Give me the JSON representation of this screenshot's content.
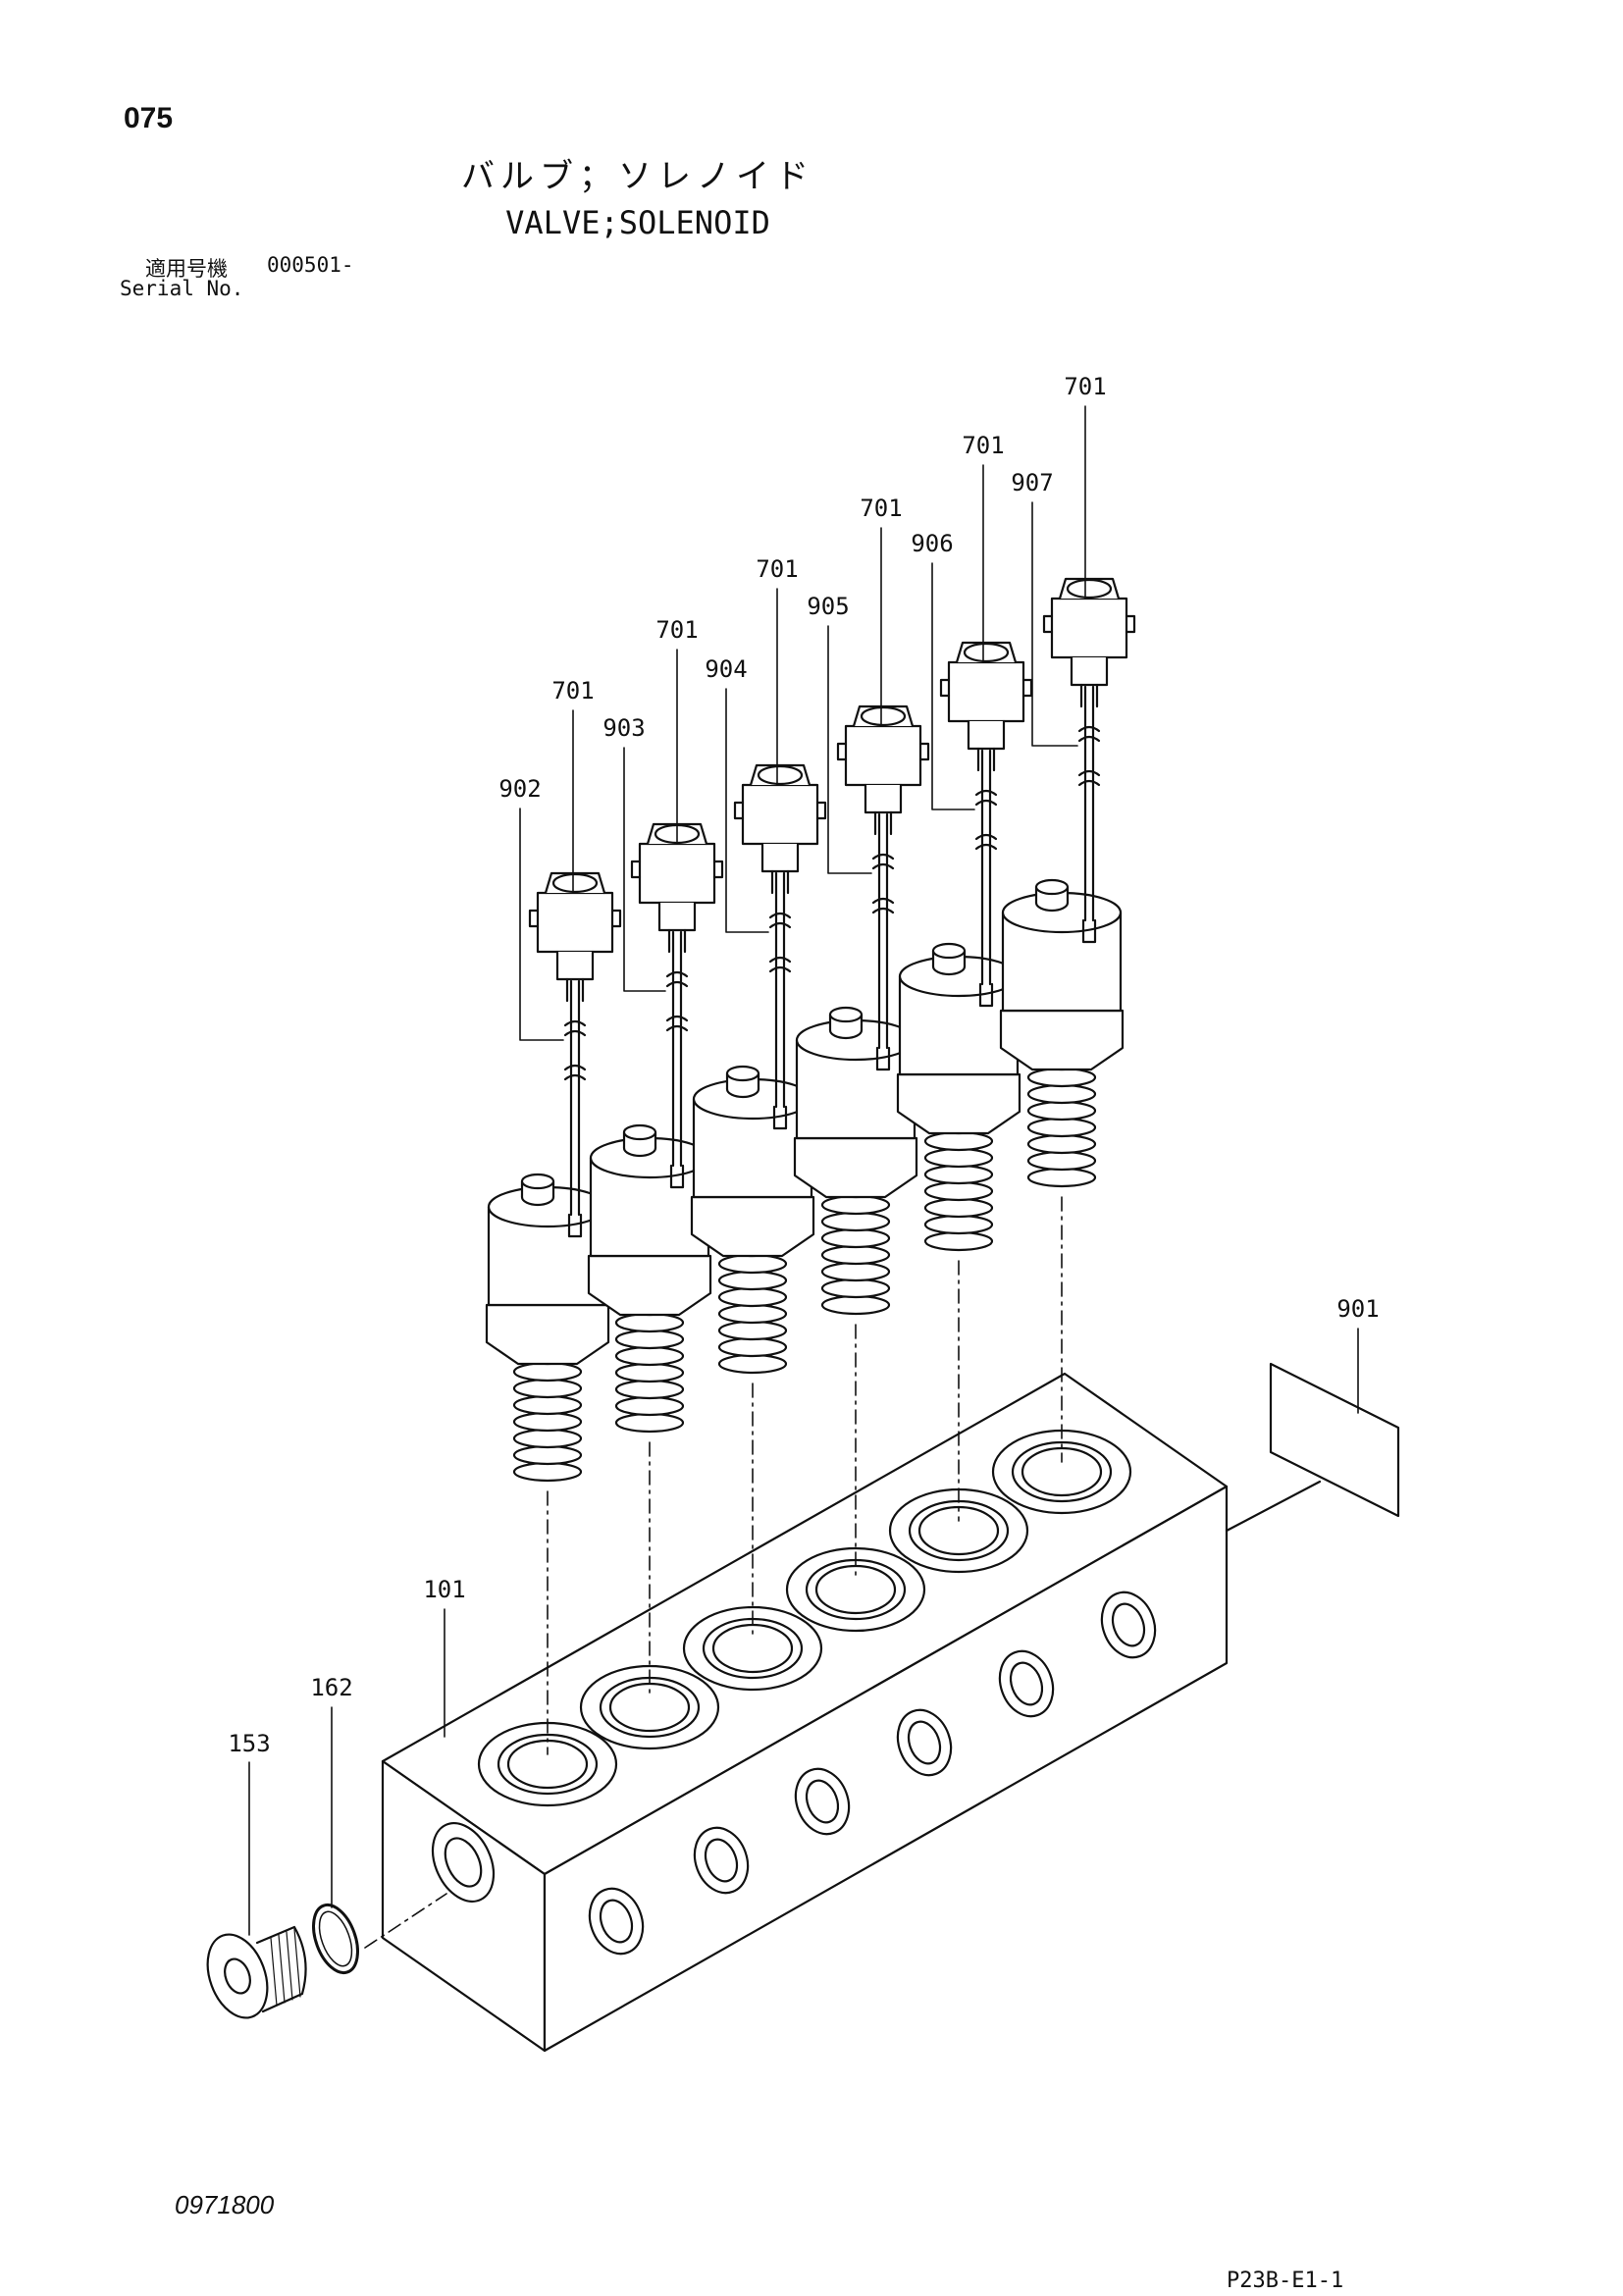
{
  "header": {
    "page_number": "075",
    "title_jp": "バルブ；ソレノイド",
    "title_en": "VALVE;SOLENOID",
    "serial_label_jp": "適用号機",
    "serial_label_en": "Serial No.",
    "serial_value": "000501-"
  },
  "footer": {
    "doc_code": "0971800",
    "page_code": "P23B-E1-1"
  },
  "callouts": {
    "c101": "101",
    "c153": "153",
    "c162": "162",
    "c901": "901",
    "c701a": "701",
    "c701b": "701",
    "c701c": "701",
    "c701d": "701",
    "c701e": "701",
    "c701f": "701",
    "c902": "902",
    "c903": "903",
    "c904": "904",
    "c905": "905",
    "c906": "906",
    "c907": "907"
  },
  "colors": {
    "ink": "#111111",
    "paper": "#ffffff"
  }
}
